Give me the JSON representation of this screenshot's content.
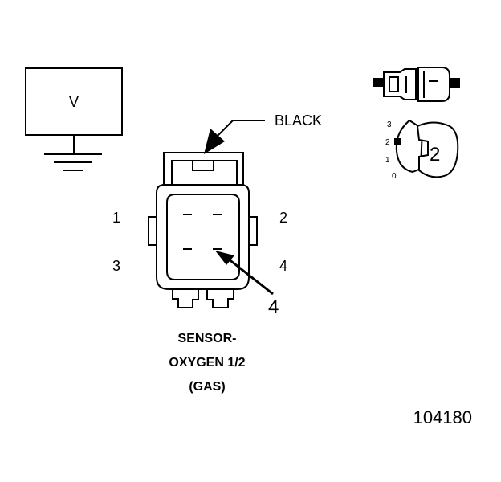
{
  "meter": {
    "label": "V"
  },
  "wire_color_label": "BLACK",
  "pins": {
    "p1": "1",
    "p2": "2",
    "p3": "3",
    "p4": "4"
  },
  "probe": {
    "pin": "4"
  },
  "selector": {
    "setting": "2",
    "scale": [
      "3",
      "2",
      "1",
      "0"
    ]
  },
  "caption": {
    "line1": "SENSOR-",
    "line2": "OXYGEN 1/2",
    "line3": "(GAS)"
  },
  "figure_number": "104180",
  "colors": {
    "ink": "#000000",
    "paper": "#ffffff"
  }
}
